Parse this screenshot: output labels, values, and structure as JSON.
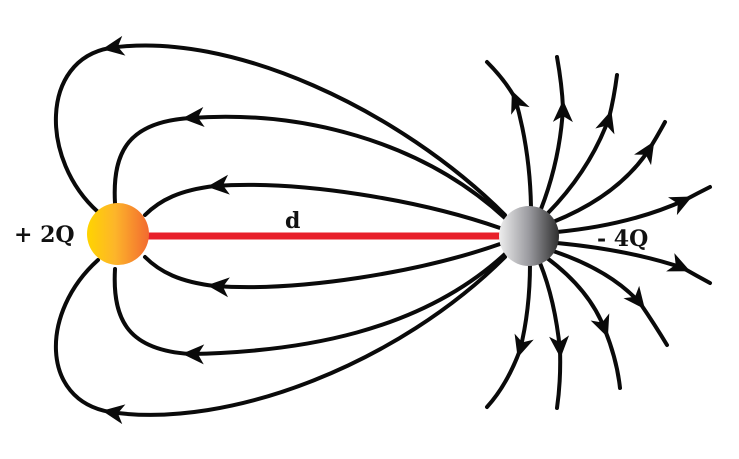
{
  "diagram": {
    "positive_charge": {
      "label": "+ 2Q",
      "color_light": "#ffd400",
      "color_dark": "#f26a30"
    },
    "negative_charge": {
      "label": "- 4Q",
      "color_light": "#eeeeee",
      "color_dark": "#2e2e2e"
    },
    "separation": {
      "label": "d",
      "color": "#e8202a"
    },
    "field_line_color": "#0a0a0a"
  }
}
